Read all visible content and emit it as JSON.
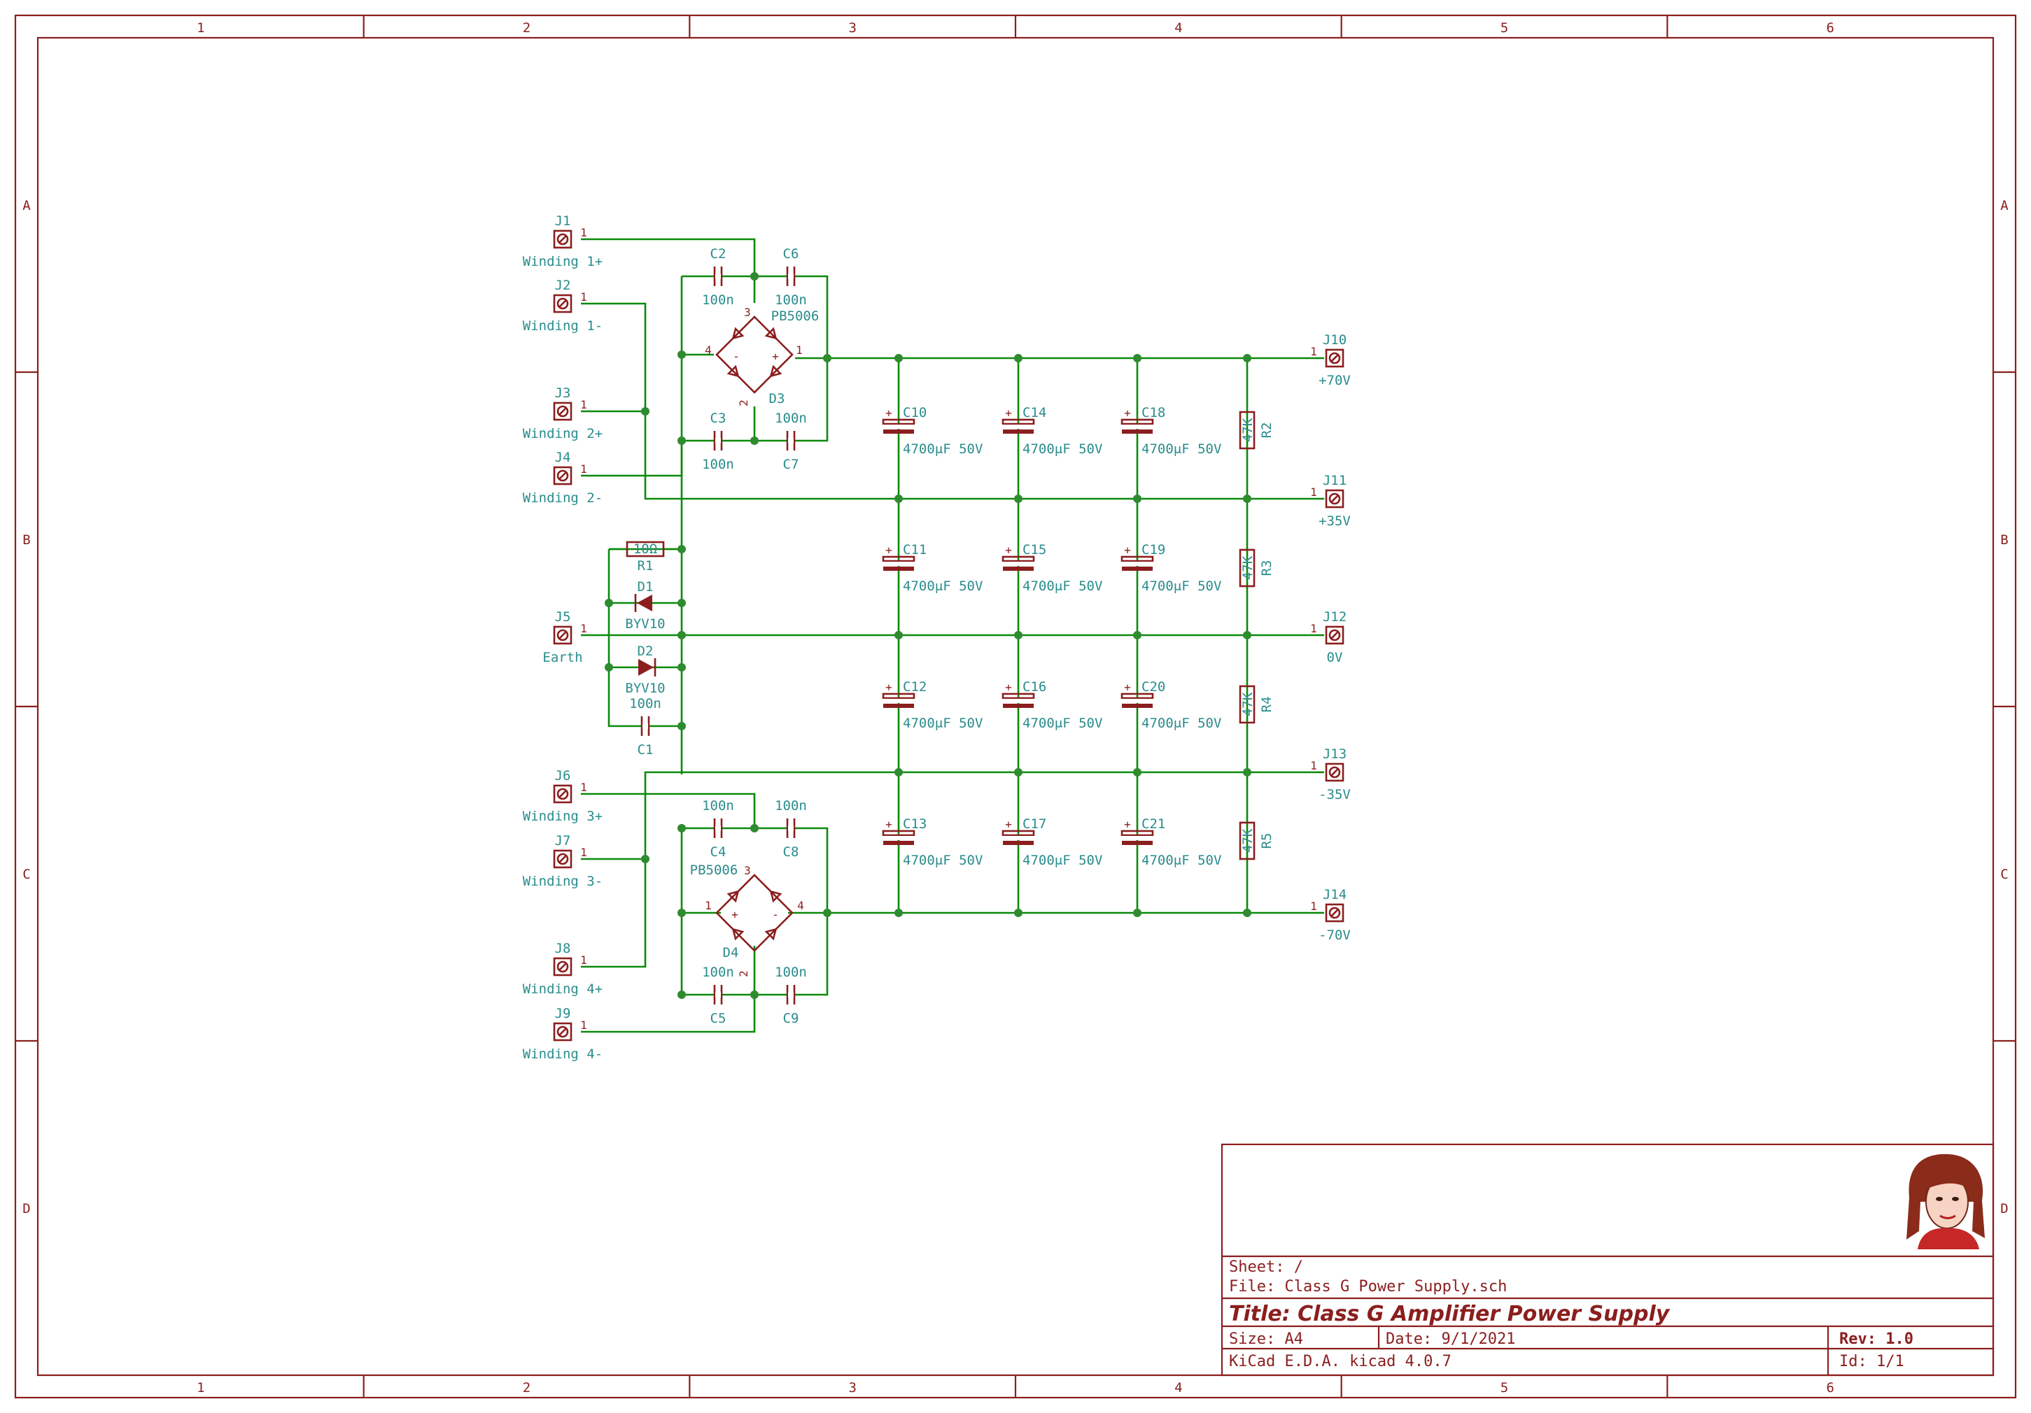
{
  "frame": {
    "columns": [
      "1",
      "2",
      "3",
      "4",
      "5",
      "6"
    ],
    "rows": [
      "A",
      "B",
      "C",
      "D"
    ]
  },
  "title_block": {
    "sheet": "Sheet: /",
    "file": "File: Class G Power Supply.sch",
    "title": "Title: Class G Amplifier Power Supply",
    "size": "Size: A4",
    "date": "Date: 9/1/2021",
    "rev": "Rev: 1.0",
    "tool": "KiCad E.D.A.  kicad 4.0.7",
    "id": "Id: 1/1",
    "logo_icon": "author-portrait-icon"
  },
  "inputs": [
    {
      "ref": "J1",
      "label": "Winding 1+",
      "pin": "1"
    },
    {
      "ref": "J2",
      "label": "Winding 1-",
      "pin": "1"
    },
    {
      "ref": "J3",
      "label": "Winding 2+",
      "pin": "1"
    },
    {
      "ref": "J4",
      "label": "Winding 2-",
      "pin": "1"
    },
    {
      "ref": "J5",
      "label": "Earth",
      "pin": "1"
    },
    {
      "ref": "J6",
      "label": "Winding 3+",
      "pin": "1"
    },
    {
      "ref": "J7",
      "label": "Winding 3-",
      "pin": "1"
    },
    {
      "ref": "J8",
      "label": "Winding 4+",
      "pin": "1"
    },
    {
      "ref": "J9",
      "label": "Winding 4-",
      "pin": "1"
    }
  ],
  "outputs": [
    {
      "ref": "J10",
      "label": "+70V",
      "pin": "1"
    },
    {
      "ref": "J11",
      "label": "+35V",
      "pin": "1"
    },
    {
      "ref": "J12",
      "label": "0V",
      "pin": "1"
    },
    {
      "ref": "J13",
      "label": "-35V",
      "pin": "1"
    },
    {
      "ref": "J14",
      "label": "-70V",
      "pin": "1"
    }
  ],
  "bridges": [
    {
      "ref": "D3",
      "value": "PB5006",
      "pins": [
        "1",
        "2",
        "3",
        "4"
      ],
      "plus": "+",
      "minus": "-"
    },
    {
      "ref": "D4",
      "value": "PB5006",
      "pins": [
        "1",
        "2",
        "3",
        "4"
      ],
      "plus": "+",
      "minus": "-"
    }
  ],
  "small_caps": [
    {
      "ref": "C2",
      "value": "100n"
    },
    {
      "ref": "C6",
      "value": "100n"
    },
    {
      "ref": "C3",
      "value": "100n"
    },
    {
      "ref": "C7",
      "value": "100n"
    },
    {
      "ref": "C4",
      "value": "100n"
    },
    {
      "ref": "C8",
      "value": "100n"
    },
    {
      "ref": "C5",
      "value": "100n"
    },
    {
      "ref": "C9",
      "value": "100n"
    },
    {
      "ref": "C1",
      "value": "100n"
    }
  ],
  "earth_parts": {
    "r1": {
      "ref": "R1",
      "value": "10Ω"
    },
    "d1": {
      "ref": "D1",
      "value": "BYV10"
    },
    "d2": {
      "ref": "D2",
      "value": "BYV10"
    }
  },
  "bulk_caps": [
    [
      {
        "ref": "C10",
        "value": "4700μF 50V"
      },
      {
        "ref": "C14",
        "value": "4700μF 50V"
      },
      {
        "ref": "C18",
        "value": "4700μF 50V"
      }
    ],
    [
      {
        "ref": "C11",
        "value": "4700μF 50V"
      },
      {
        "ref": "C15",
        "value": "4700μF 50V"
      },
      {
        "ref": "C19",
        "value": "4700μF 50V"
      }
    ],
    [
      {
        "ref": "C12",
        "value": "4700μF 50V"
      },
      {
        "ref": "C16",
        "value": "4700μF 50V"
      },
      {
        "ref": "C20",
        "value": "4700μF 50V"
      }
    ],
    [
      {
        "ref": "C13",
        "value": "4700μF 50V"
      },
      {
        "ref": "C17",
        "value": "4700μF 50V"
      },
      {
        "ref": "C21",
        "value": "4700μF 50V"
      }
    ]
  ],
  "polarity_mark": "+",
  "resistors": [
    {
      "ref": "R2",
      "value": "47K"
    },
    {
      "ref": "R3",
      "value": "47K"
    },
    {
      "ref": "R4",
      "value": "47K"
    },
    {
      "ref": "R5",
      "value": "47K"
    }
  ],
  "colors": {
    "component": "#8b1e1e",
    "wire": "#0a8a0a",
    "label": "#2a8c8c"
  }
}
